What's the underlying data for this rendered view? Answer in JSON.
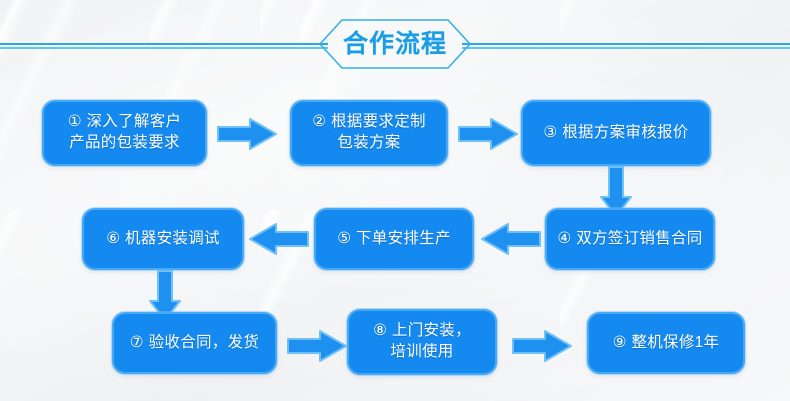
{
  "header": {
    "title": "合作流程",
    "rule_color": "#28a9e2",
    "rule_color_light": "#5fc8f0",
    "title_color": "#1b9de6"
  },
  "theme": {
    "node_fill": "#1489ef",
    "node_border": "#48a9f5",
    "arrow_fill": "#1e90f0",
    "arrow_border": "#6fc0f7",
    "background": "#f2f3f5",
    "text_color": "#ffffff"
  },
  "flow": {
    "nodes": [
      {
        "id": 1,
        "marker": "①",
        "text": "① 深入了解客户\n产品的包装要求",
        "name": "flow-node-1"
      },
      {
        "id": 2,
        "marker": "②",
        "text": "② 根据要求定制\n包装方案",
        "name": "flow-node-2"
      },
      {
        "id": 3,
        "marker": "③",
        "text": "③ 根据方案审核报价",
        "name": "flow-node-3"
      },
      {
        "id": 4,
        "marker": "④",
        "text": "④ 双方签订销售合同",
        "name": "flow-node-4"
      },
      {
        "id": 5,
        "marker": "⑤",
        "text": "⑤ 下单安排生产",
        "name": "flow-node-5"
      },
      {
        "id": 6,
        "marker": "⑥",
        "text": "⑥ 机器安装调试",
        "name": "flow-node-6"
      },
      {
        "id": 7,
        "marker": "⑦",
        "text": "⑦ 验收合同，发货",
        "name": "flow-node-7"
      },
      {
        "id": 8,
        "marker": "⑧",
        "text": "⑧ 上门安装，\n培训使用",
        "name": "flow-node-8"
      },
      {
        "id": 9,
        "marker": "⑨",
        "text": "⑨ 整机保修1年",
        "name": "flow-node-9"
      }
    ],
    "connectors": [
      {
        "from": 1,
        "to": 2,
        "direction": "right"
      },
      {
        "from": 2,
        "to": 3,
        "direction": "right"
      },
      {
        "from": 3,
        "to": 4,
        "direction": "down"
      },
      {
        "from": 4,
        "to": 5,
        "direction": "left"
      },
      {
        "from": 5,
        "to": 6,
        "direction": "left"
      },
      {
        "from": 6,
        "to": 7,
        "direction": "down"
      },
      {
        "from": 7,
        "to": 8,
        "direction": "right"
      },
      {
        "from": 8,
        "to": 9,
        "direction": "right"
      }
    ]
  }
}
